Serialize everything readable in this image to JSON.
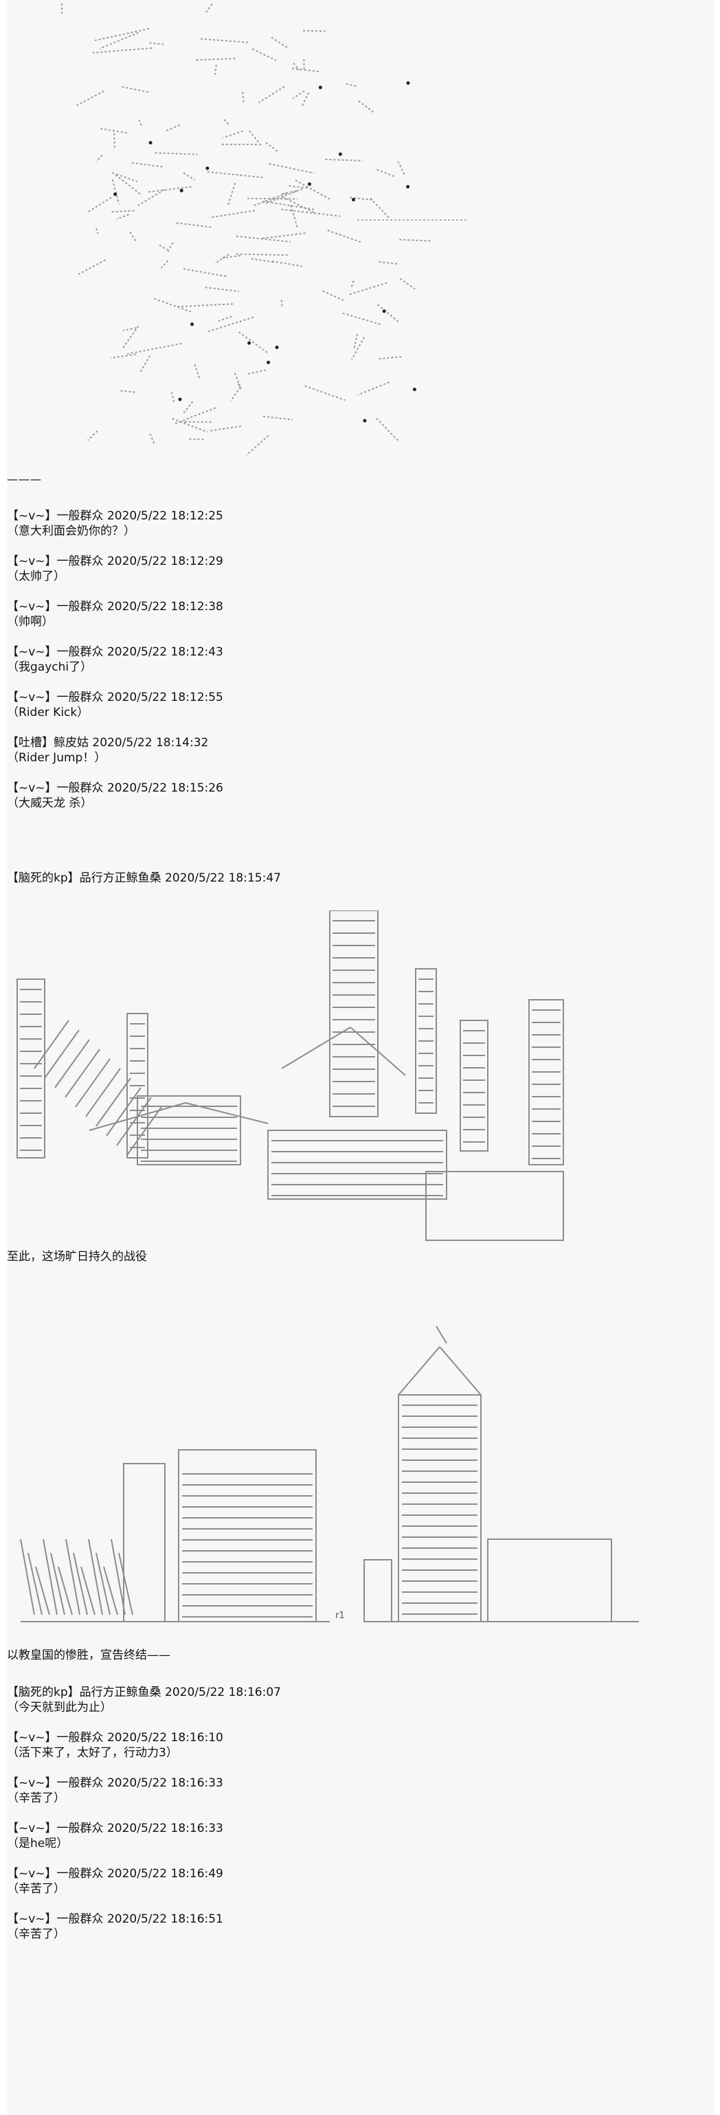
{
  "separator": "———",
  "art_labels": {
    "city_ruins": "r1"
  },
  "narration": {
    "line1": "至此，这场旷日持久的战役",
    "line2": "以教皇国的惨胜，宣告终结——"
  },
  "comments_a": [
    {
      "header": "【~v~】一般群众 2020/5/22 18:12:25",
      "message": "（意大利面会**奶你**的？）"
    },
    {
      "header": "【~v~】一般群众 2020/5/22 18:12:29",
      "message": "（太帅了）"
    },
    {
      "header": "【~v~】一般群众 2020/5/22 18:12:38",
      "message": "（帅啊）"
    },
    {
      "header": "【~v~】一般群众 2020/5/22 18:12:43",
      "message": "（我gaychi了）"
    },
    {
      "header": "【~v~】一般群众 2020/5/22 18:12:55",
      "message": "（Rider Kick）"
    },
    {
      "header": "【吐槽】鲸皮姑 2020/5/22 18:14:32",
      "message": "（Rider Jump！）"
    },
    {
      "header": "【~v~】一般群众 2020/5/22 18:15:26",
      "message": "（大威天龙 杀）"
    }
  ],
  "kp_post_1": {
    "header": "【脑死的kp】品行方正鲸鱼桑 2020/5/22 18:15:47"
  },
  "comments_b": [
    {
      "header": "【脑死的kp】品行方正鲸鱼桑 2020/5/22 18:16:07",
      "message": "（今天就到此为止）"
    },
    {
      "header": "【~v~】一般群众 2020/5/22 18:16:10",
      "message": "（活下来了，太好了，行动力3）"
    },
    {
      "header": "【~v~】一般群众 2020/5/22 18:16:33",
      "message": "（辛苦了）"
    },
    {
      "header": "【~v~】一般群众 2020/5/22 18:16:33",
      "message": "（是he呢）"
    },
    {
      "header": "【~v~】一般群众 2020/5/22 18:16:49",
      "message": "（辛苦了）"
    },
    {
      "header": "【~v~】一般群众 2020/5/22 18:16:51",
      "message": "（辛苦了）"
    }
  ]
}
